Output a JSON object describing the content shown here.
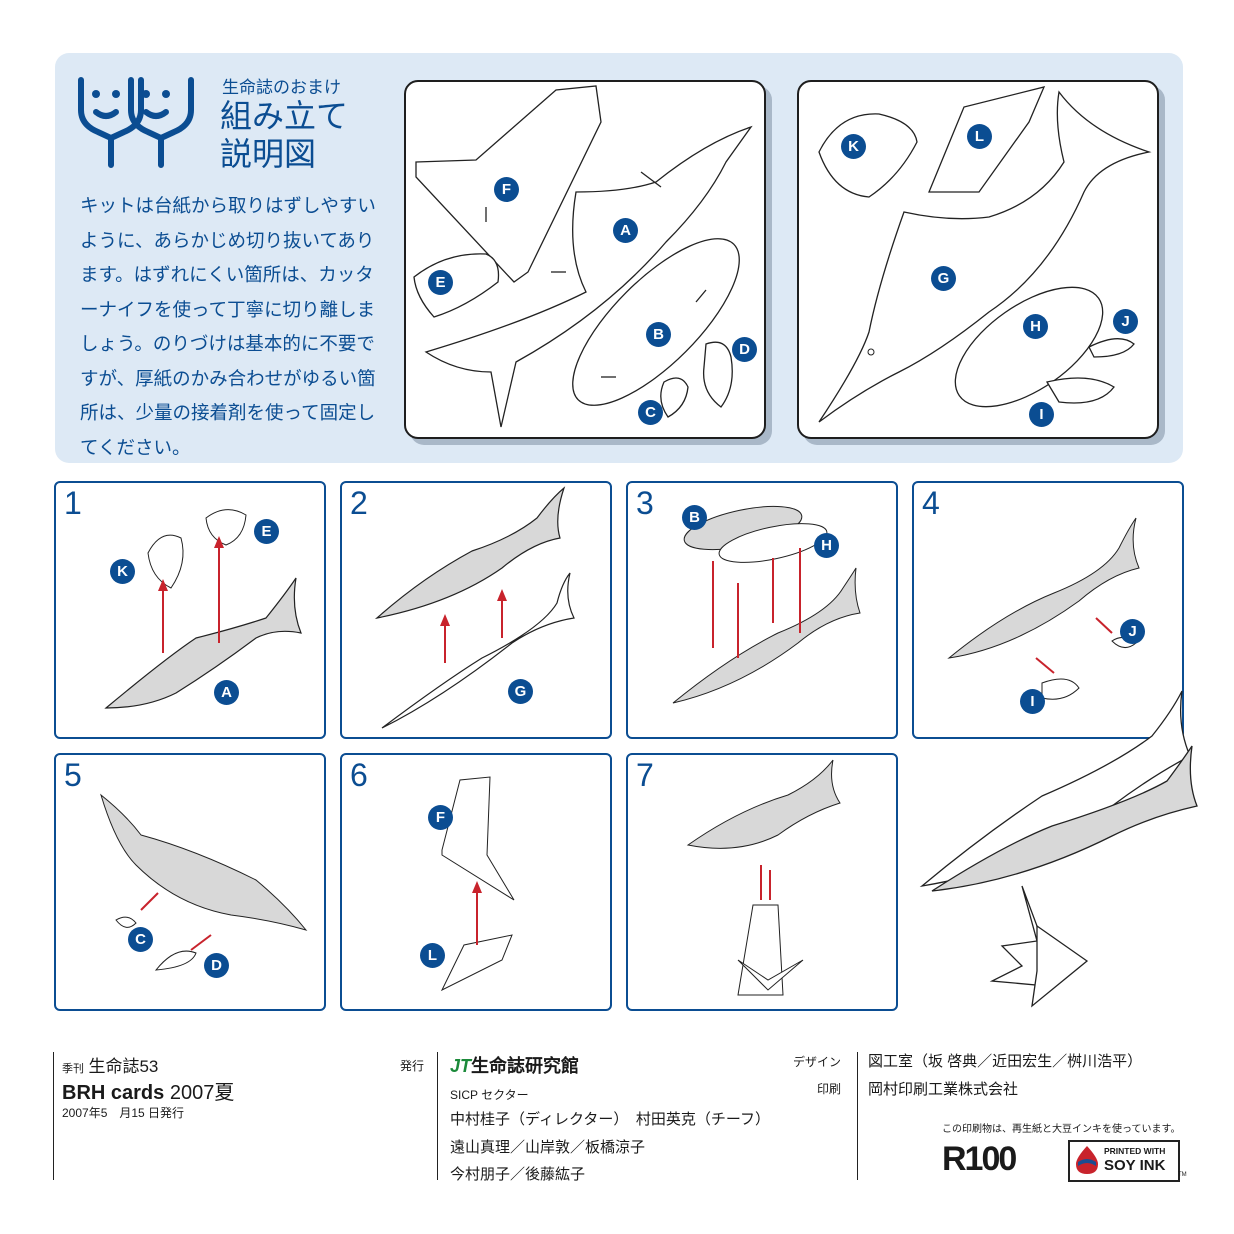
{
  "header": {
    "eyebrow": "生命誌のおまけ",
    "title_line1": "組み立て",
    "title_line2": "説明図"
  },
  "intro_text": "キットは台紙から取りはずしやすいように、あらかじめ切り抜いてあります。はずれにくい箇所は、カッターナイフを使って丁寧に切り離しましょう。のりづけは基本的に不要ですが、厚紙のかみ合わせがゆるい箇所は、少量の接着剤を使って固定してください。",
  "parts": {
    "left": [
      "F",
      "A",
      "E",
      "B",
      "D",
      "C"
    ],
    "right": [
      "K",
      "L",
      "G",
      "H",
      "J",
      "I"
    ]
  },
  "steps": [
    {
      "number": "1",
      "labels": [
        "K",
        "E",
        "A"
      ]
    },
    {
      "number": "2",
      "labels": [
        "G"
      ]
    },
    {
      "number": "3",
      "labels": [
        "B",
        "H"
      ]
    },
    {
      "number": "4",
      "labels": [
        "J",
        "I"
      ]
    },
    {
      "number": "5",
      "labels": [
        "C",
        "D"
      ]
    },
    {
      "number": "6",
      "labels": [
        "F",
        "L"
      ]
    },
    {
      "number": "7",
      "labels": []
    }
  ],
  "footer": {
    "series_small": "季刊",
    "series": "生命誌53",
    "brand": "BRH cards",
    "season": "2007夏",
    "date": "2007年5　月15 日発行",
    "publisher_label": "発行",
    "publisher_mark": "JT",
    "publisher_name": "生命誌研究館",
    "sector": "SICP セクター",
    "staff_line1": "中村桂子（ディレクター）　村田英克（チーフ）",
    "staff_line2": "遠山真理／山岸敦／板橋涼子",
    "staff_line3": "今村朋子／後藤紘子",
    "design_label": "デザイン",
    "design_value": "図工室（坂 啓典／近田宏生／桝川浩平）",
    "print_label": "印刷",
    "print_value": "岡村印刷工業株式会社",
    "eco_note": "この印刷物は、再生紙と大豆インキを使っています。",
    "recycle_mark": "R100",
    "soy_line1": "PRINTED WITH",
    "soy_line2": "SOY INK",
    "soy_tm": "TM"
  },
  "colors": {
    "accent": "#0b4d92",
    "panel": "#dde9f5",
    "arrow": "#c8232c",
    "fill": "#d8d8d8"
  }
}
